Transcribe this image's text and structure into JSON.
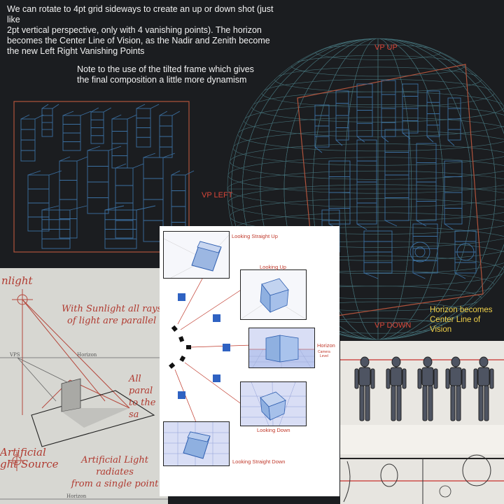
{
  "intro_text": [
    "We can rotate to 4pt grid sideways to create an up or down shot (just like",
    "2pt vertical perspective, only with 4 vanishing points). The horizon",
    "becomes the Center Line of Vision, as the Nadir and Zenith become",
    "the new Left Right Vanishing Points"
  ],
  "note_text": [
    "Note to the use of the tilted frame which gives",
    "the final composition a little more dynamism"
  ],
  "labels": {
    "vp_up": "VP UP",
    "vp_left": "VP LEFT",
    "vp_down": "VP DOWN",
    "horizon_becomes": [
      "Horizon becomes",
      "Center Line of Vision"
    ]
  },
  "sunlight_sheet": {
    "title": "nlight",
    "sunlight_note": [
      "With Sunlight all rays",
      "of light are parallel"
    ],
    "all_parallel": [
      "All paral",
      "to the sa"
    ],
    "artificial_title": [
      "Artificial",
      "ght Source"
    ],
    "artificial_note": [
      "Artificial Light radiates",
      "from a single point"
    ],
    "vps": "VPS",
    "horizon": "Horizon",
    "horizon_bottom": "Horizon"
  },
  "camera_chart": {
    "looking_straight_up": "Looking Straight Up",
    "looking_up": "Looking Up",
    "horizon": "Horizon",
    "camera_level": [
      "Camera",
      "Level"
    ],
    "looking_down": "Looking Down",
    "looking_straight_down": "Looking Straight Down"
  },
  "colors": {
    "grid_blue": "#3b6fa0",
    "sphere_teal": "#4c7f86",
    "accent_red": "#c0392b",
    "cube_blue": "#7ea3d8",
    "horizon_yellow": "#f1d24a"
  }
}
